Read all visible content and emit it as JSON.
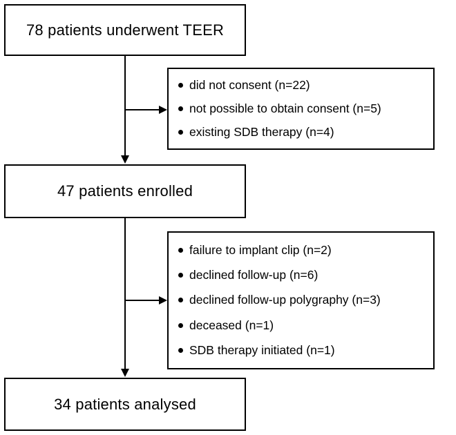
{
  "flow": {
    "step1": "78 patients underwent TEER",
    "step2": "47 patients enrolled",
    "step3": "34 patients analysed"
  },
  "exclusions1": [
    "did not consent (n=22)",
    "not possible to obtain consent (n=5)",
    "existing SDB therapy (n=4)"
  ],
  "exclusions2": [
    "failure to implant clip (n=2)",
    "declined follow-up (n=6)",
    "declined follow-up polygraphy (n=3)",
    "deceased (n=1)",
    "SDB therapy initiated (n=1)"
  ]
}
